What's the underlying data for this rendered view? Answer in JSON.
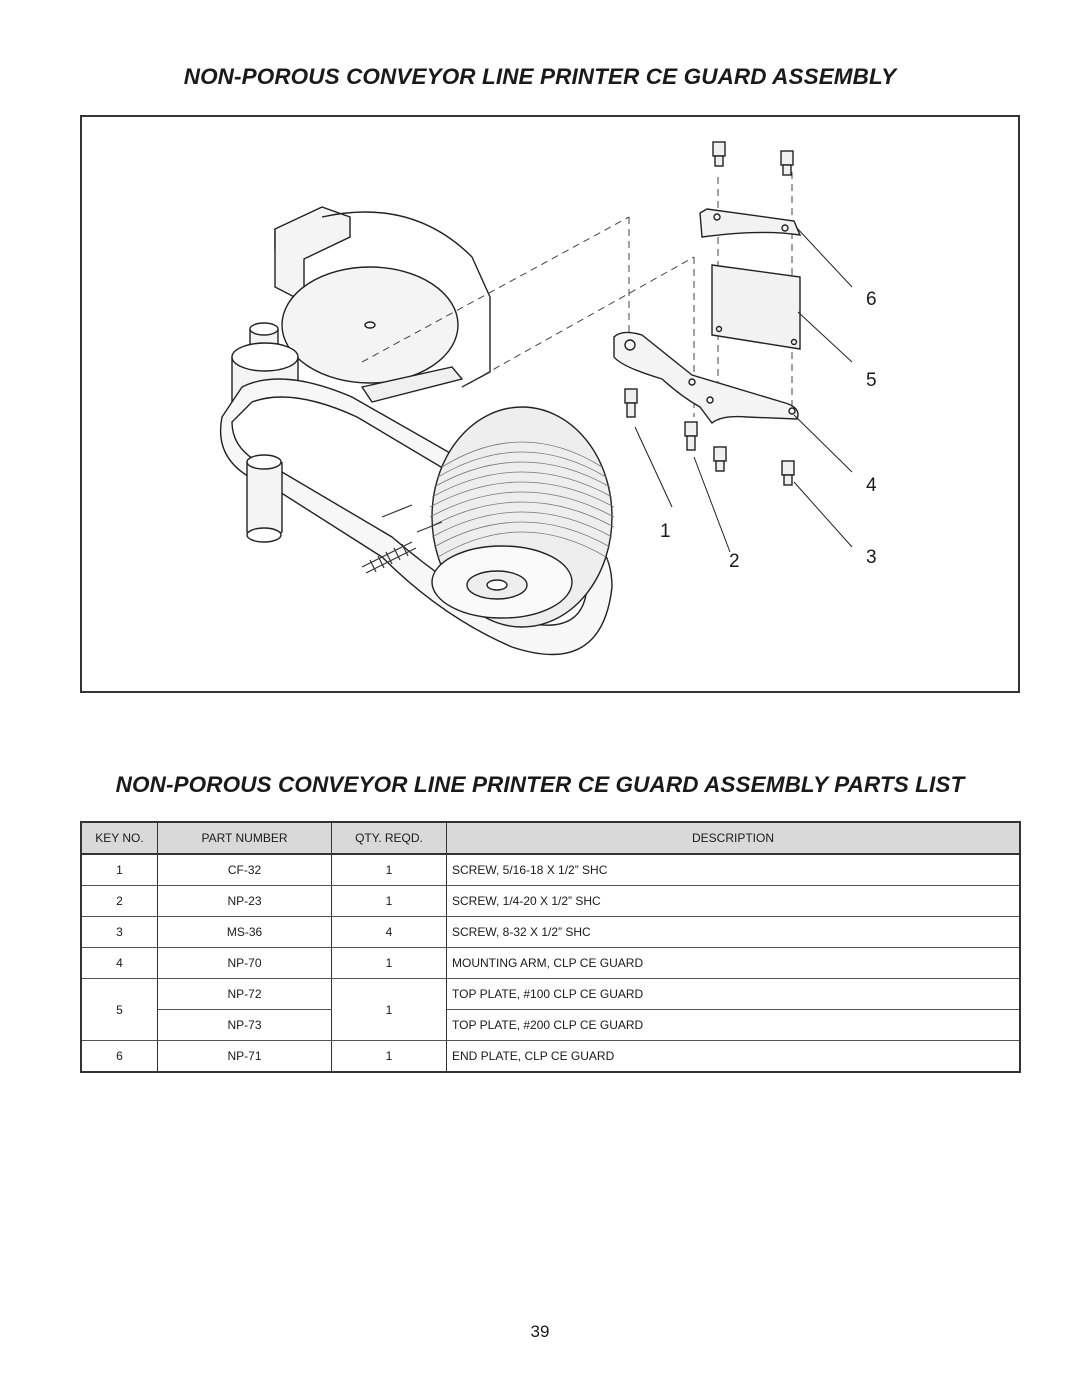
{
  "page": {
    "title": "NON-POROUS CONVEYOR LINE PRINTER CE GUARD ASSEMBLY",
    "parts_list_title": "NON-POROUS CONVEYOR LINE PRINTER CE GUARD ASSEMBLY PARTS LIST",
    "page_number": "39"
  },
  "figure": {
    "callouts": [
      "1",
      "2",
      "3",
      "4",
      "5",
      "6"
    ]
  },
  "parts_table": {
    "headers": [
      "KEY NO.",
      "PART NUMBER",
      "QTY. REQD.",
      "DESCRIPTION"
    ],
    "rows": [
      {
        "key": "1",
        "part": "CF-32",
        "qty": "1",
        "desc": "SCREW, 5/16-18 X 1/2” SHC"
      },
      {
        "key": "2",
        "part": "NP-23",
        "qty": "1",
        "desc": "SCREW, 1/4-20 X 1/2” SHC"
      },
      {
        "key": "3",
        "part": "MS-36",
        "qty": "4",
        "desc": "SCREW, 8-32 X 1/2” SHC"
      },
      {
        "key": "4",
        "part": "NP-70",
        "qty": "1",
        "desc": "MOUNTING ARM, CLP CE GUARD"
      },
      {
        "key": "5",
        "part": "NP-72",
        "qty": "1",
        "desc": "TOP PLATE, #100 CLP CE GUARD"
      },
      {
        "key": "",
        "part": "NP-73",
        "qty": "",
        "desc": "TOP PLATE, #200 CLP CE GUARD"
      },
      {
        "key": "6",
        "part": "NP-71",
        "qty": "1",
        "desc": "END PLATE, CLP CE GUARD"
      }
    ]
  }
}
